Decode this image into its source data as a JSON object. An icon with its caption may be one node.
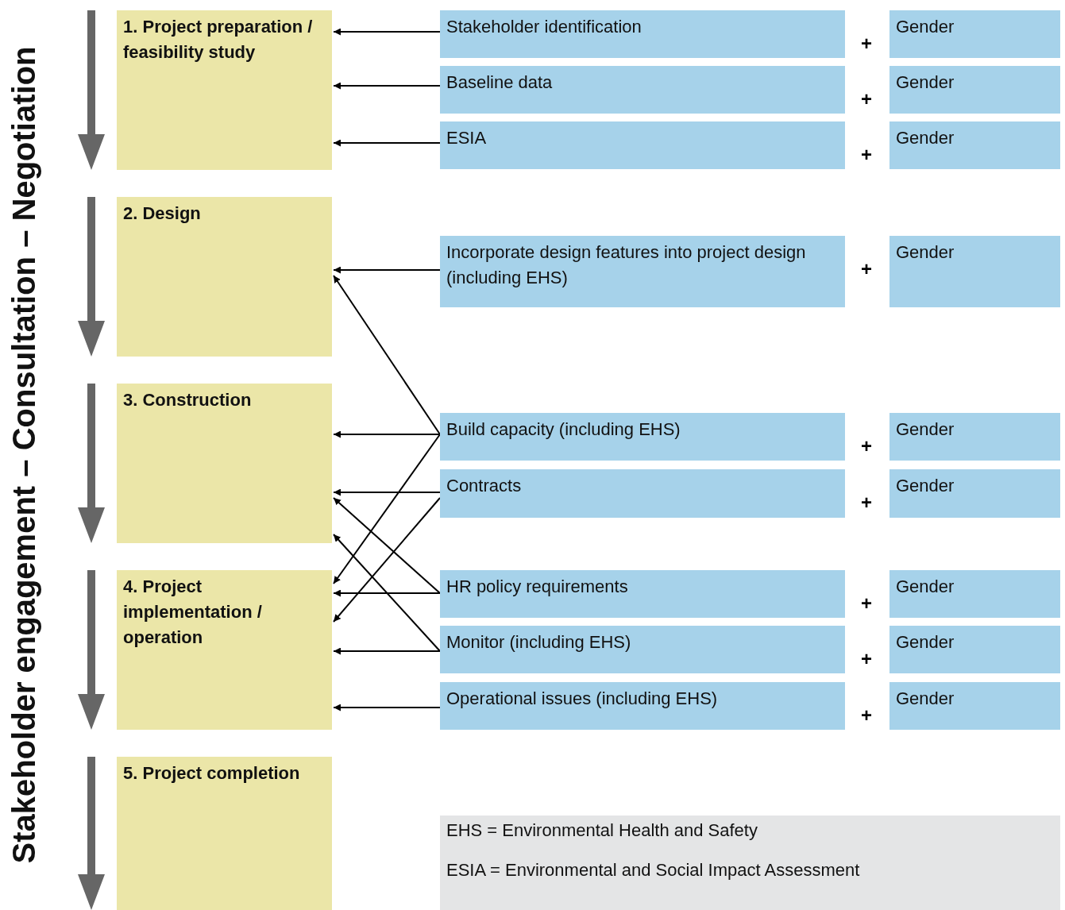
{
  "diagram": {
    "nodes": [
      {
        "text": [
          "1. Project preparation / feasibility study"
        ]
      },
      {
        "text": [
          "2. Design"
        ]
      },
      {
        "text": [
          "3. Construction"
        ]
      },
      {
        "text": [
          "4. Project implementation / operation"
        ]
      },
      {
        "text": [
          "5. Project completion"
        ]
      },
      {
        "text": [
          "Stakeholder identification"
        ]
      },
      {
        "text": [
          "Baseline data"
        ]
      },
      {
        "text": [
          "ESIA"
        ]
      },
      {
        "text": [
          "Incorporate design features into project design (including EHS)"
        ]
      },
      {
        "text": [
          "Build capacity (including EHS)"
        ]
      },
      {
        "text": [
          "Contracts"
        ]
      },
      {
        "text": [
          "HR policy requirements"
        ]
      },
      {
        "text": [
          "Monitor (including EHS)"
        ]
      },
      {
        "text": [
          "Operational issues (including EHS)"
        ]
      },
      {
        "text": [
          "Gender"
        ]
      },
      {
        "text": [
          "Gender"
        ]
      },
      {
        "text": [
          "Gender"
        ]
      },
      {
        "text": [
          "Gender"
        ]
      },
      {
        "text": [
          "Gender"
        ]
      },
      {
        "text": [
          "Gender"
        ]
      },
      {
        "text": [
          "Gender"
        ]
      },
      {
        "text": [
          "Gender"
        ]
      },
      {
        "text": [
          "Gender"
        ]
      },
      {
        "text": [
          "EHS = Environmental Health and Safety",
          "ESIA = Environmental and Social Impact Assessment"
        ]
      }
    ],
    "edges": [
      {
        "from": 5,
        "to": 0,
        "arrow": "to"
      },
      {
        "from": 6,
        "to": 0,
        "arrow": "to"
      },
      {
        "from": 7,
        "to": 0,
        "arrow": "to"
      },
      {
        "from": 8,
        "to": 1,
        "arrow": "to"
      },
      {
        "from": 9,
        "to": 1,
        "arrow": "to"
      },
      {
        "from": 9,
        "to": 2,
        "arrow": "to"
      },
      {
        "from": 9,
        "to": 3,
        "arrow": "to"
      },
      {
        "from": 10,
        "to": 2,
        "arrow": "to"
      },
      {
        "from": 10,
        "to": 3,
        "arrow": "to"
      },
      {
        "from": 11,
        "to": 2,
        "arrow": "to"
      },
      {
        "from": 11,
        "to": 3,
        "arrow": "to"
      },
      {
        "from": 12,
        "to": 2,
        "arrow": "to"
      },
      {
        "from": 12,
        "to": 3,
        "arrow": "to"
      },
      {
        "from": 13,
        "to": 3,
        "arrow": "to"
      }
    ],
    "labels": [
      "Stakeholder engagement – Consultation – Negotiation",
      "+",
      "+",
      "+",
      "+",
      "+",
      "+",
      "+",
      "+",
      "+"
    ]
  }
}
